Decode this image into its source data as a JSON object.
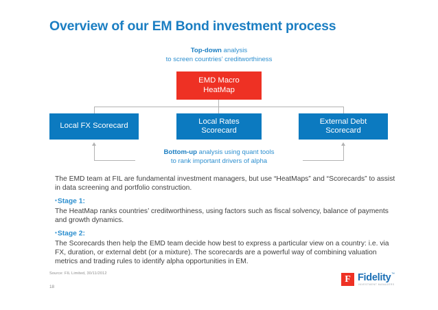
{
  "slide": {
    "title": "Overview of our EM Bond investment process",
    "page_number": "18",
    "source": "Source: FIL Limited, 30/11/2012"
  },
  "diagram": {
    "top_caption": {
      "bold": "Top-down",
      "rest": " analysis",
      "line2": "to screen countries’ creditworthiness"
    },
    "bottom_caption": {
      "bold": "Bottom-up",
      "rest": " analysis using quant tools",
      "line2": "to rank important drivers of alpha"
    },
    "heatmap_node": {
      "line1": "EMD Macro",
      "line2": "HeatMap"
    },
    "scorecards": [
      {
        "line1": "Local FX Scorecard",
        "line2": ""
      },
      {
        "line1": "Local Rates",
        "line2": "Scorecard"
      },
      {
        "line1": "External Debt",
        "line2": "Scorecard"
      }
    ],
    "colors": {
      "red": "#ee3124",
      "blue": "#0c7ac0",
      "connector": "#b3b3b3",
      "caption": "#2d8fcf"
    }
  },
  "body": {
    "intro": "The EMD team at FIL are fundamental investment managers, but use “HeatMaps” and “Scorecards” to assist in data screening and portfolio construction.",
    "stage1_heading": "Stage 1:",
    "stage1_text": "The HeatMap ranks countries’ creditworthiness, using factors such as fiscal solvency, balance of payments and growth dynamics.",
    "stage2_heading": "Stage 2:",
    "stage2_text": "The Scorecards then help the EMD team decide how best to express a particular view on a country: i.e. via FX, duration, or external debt (or a mixture). The scorecards are a powerful way of combining valuation metrics and trading rules to identify alpha opportunities in EM.",
    "bullet_glyph": "▪"
  },
  "logo": {
    "mark_letter": "F",
    "wordmark": "Fidelity",
    "trademark": "™",
    "tagline": "INVESTMENT MANAGERS"
  }
}
